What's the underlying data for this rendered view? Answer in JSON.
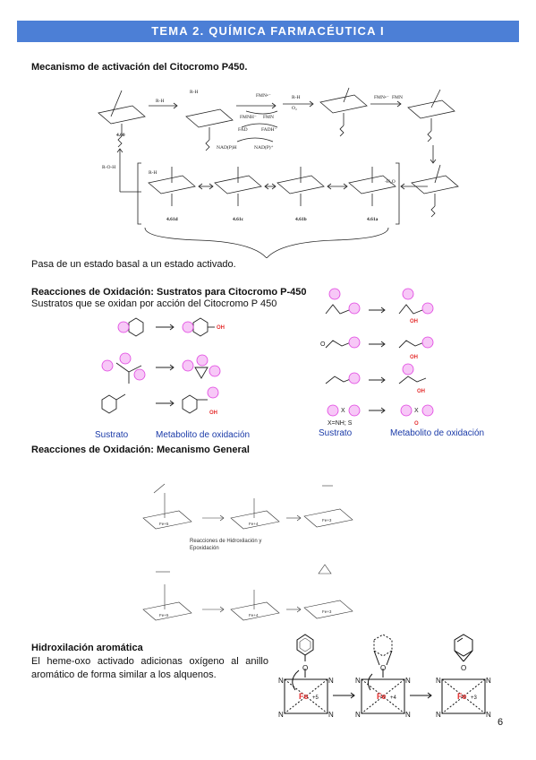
{
  "header": {
    "title": "TEMA 2. QUÍMICA FARMACÉUTICA I",
    "color": "#4c7fd6"
  },
  "section1": {
    "heading": "Mecanismo de activación del Citocromo P450.",
    "caption": "Pasa de un estado basal a un estado activado.",
    "figure_labels": {
      "rh": "R-H",
      "roh": "R-O-H",
      "o2": "O₂",
      "h2o": "-H₂O",
      "fmn_rad": "FMN•⁻",
      "fmn": "FMN",
      "fmnh": "FMNH⁻",
      "fad": "FAD",
      "fadh": "FADH⁻",
      "nadph": "NAD(P)H",
      "nadp": "NAD(P)⁺",
      "c460": "4.60",
      "c461a": "4.61a",
      "c461b": "4.61b",
      "c461c": "4.61c",
      "c461d": "4.61d"
    }
  },
  "section2": {
    "heading": "Reacciones de Oxidación: Sustratos para Citocromo P-450",
    "subtitle": "Sustratos que se oxidan por acción del Citocromo P 450",
    "left_labels": {
      "substrate": "Sustrato",
      "metabolite": "Metabolito de oxidación"
    },
    "right_labels": {
      "substrate": "Sustrato",
      "metabolite": "Metabolito de oxidación",
      "xnote": "X=NH; S"
    },
    "accent_color": "#e040e0",
    "oh_color": "#e53030",
    "label_color": "#1a3aa8"
  },
  "section3": {
    "heading": "Reacciones de Oxidación: Mecanismo General",
    "caption": "Reacciones de Hidroxilación y Epoxidación",
    "fe5": "Fe+5",
    "fe4": "Fe+4",
    "fe3": "Fe+3"
  },
  "section4": {
    "heading": "Hidroxilación aromática",
    "paragraph": "El heme-oxo activado adicionas oxígeno al anillo aromático de forma similar a los alquenos.",
    "fe": "Fe",
    "ox5": "+5",
    "ox4": "+4",
    "ox3": "+3",
    "n": "N",
    "o": "O"
  },
  "page_number": "6"
}
